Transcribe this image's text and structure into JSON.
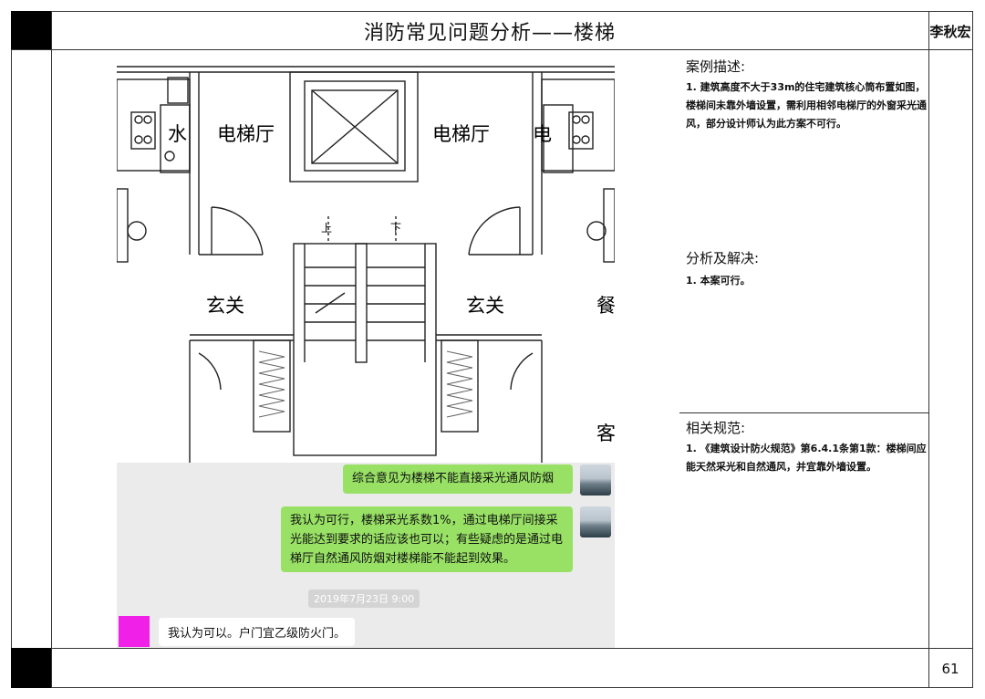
{
  "header": {
    "title": "消防常见问题分析——楼梯",
    "author": "李秋宏"
  },
  "footer": {
    "page_number": "61"
  },
  "case": {
    "heading": "案例描述:",
    "text": "1. 建筑高度不大于33m的住宅建筑核心筒布置如图，楼梯间未靠外墙设置，需利用相邻电梯厅的外窗采光通风，部分设计师认为此方案不可行。"
  },
  "analysis": {
    "heading": "分析及解决:",
    "text": "1. 本案可行。"
  },
  "codes": {
    "heading": "相关规范:",
    "text": "1. 《建筑设计防火规范》第6.4.1条第1款：楼梯间应能天然采光和自然通风，并宜靠外墙设置。"
  },
  "plan": {
    "labels": {
      "water": "水",
      "lobby_left": "电梯厅",
      "lobby_right": "电梯厅",
      "elec": "电",
      "foyer_left": "玄关",
      "foyer_right": "玄关",
      "dining_partial": "餐",
      "living_partial": "客",
      "up": "上",
      "down": "下"
    }
  },
  "chat": {
    "messages": [
      {
        "text": "综合意见为楼梯不能直接采光通风防烟"
      },
      {
        "text": "我认为可行，楼梯采光系数1%，通过电梯厅间接采光能达到要求的话应该也可以；有些疑虑的是通过电梯厅自然通风防烟对楼梯能不能起到效果。"
      }
    ],
    "timestamp": "2019年7月23日 9:00",
    "reply": "我认为可以。户门宜乙级防火门。"
  },
  "colors": {
    "bubble_green": "#98e165",
    "chat_bg": "#ebebeb",
    "avatar_magenta": "#f020e8"
  }
}
